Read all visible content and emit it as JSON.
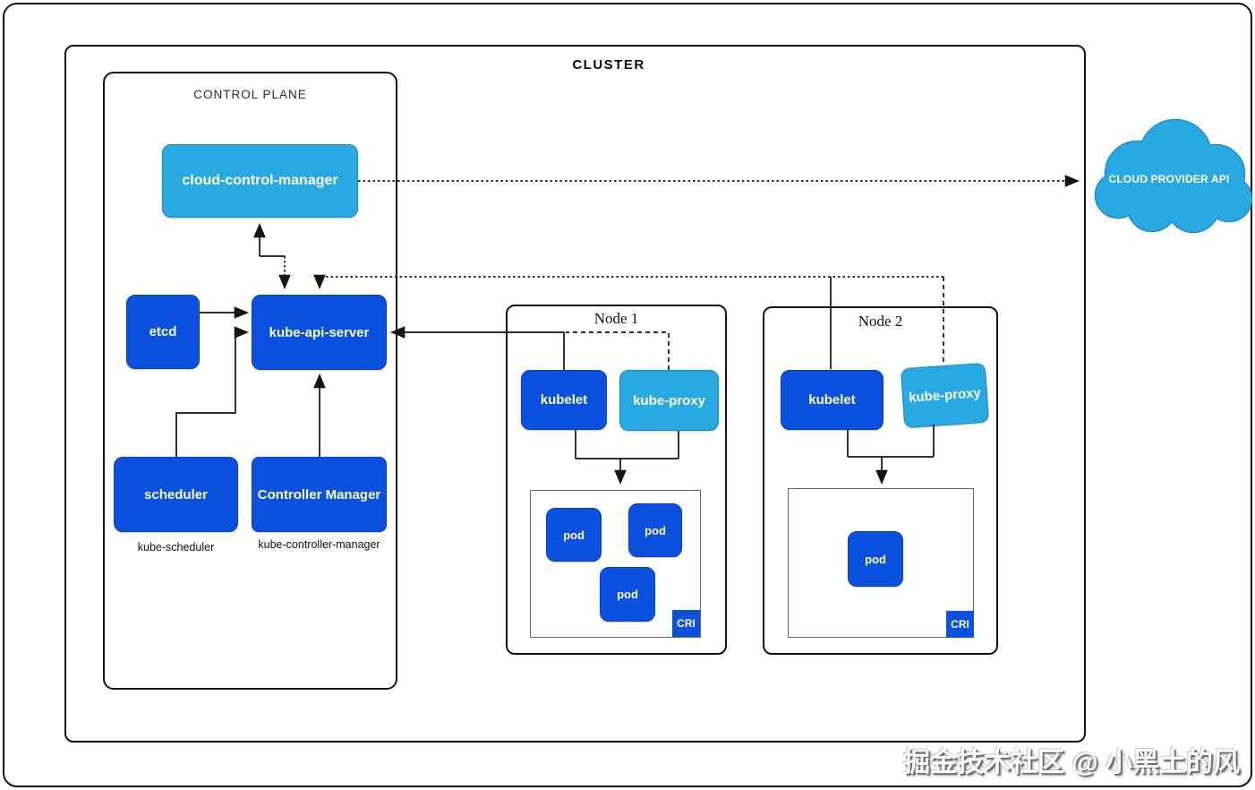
{
  "colors": {
    "primary_blue": "#0b51e0",
    "light_blue": "#29a9e2",
    "line_black": "#141414",
    "pods_border_gray": "#666666"
  },
  "cluster": {
    "title": "CLUSTER"
  },
  "control_plane": {
    "title": "CONTROL PLANE",
    "cloud_control_manager": "cloud-control-manager",
    "etcd": "etcd",
    "kube_api_server": "kube-api-server",
    "scheduler": "scheduler",
    "controller_manager": "Controller Manager",
    "scheduler_caption": "kube-scheduler",
    "controller_manager_caption": "kube-controller-manager"
  },
  "nodes": [
    {
      "title": "Node 1",
      "kubelet": "kubelet",
      "kube_proxy": "kube-proxy",
      "pods": [
        "pod",
        "pod",
        "pod"
      ],
      "cri": "CRI"
    },
    {
      "title": "Node 2",
      "kubelet": "kubelet",
      "kube_proxy": "kube-proxy",
      "pods": [
        "pod"
      ],
      "cri": "CRI"
    }
  ],
  "cloud_provider": {
    "label": "CLOUD PROVIDER API"
  },
  "watermark": "掘金技术社区 @ 小黑土的风"
}
